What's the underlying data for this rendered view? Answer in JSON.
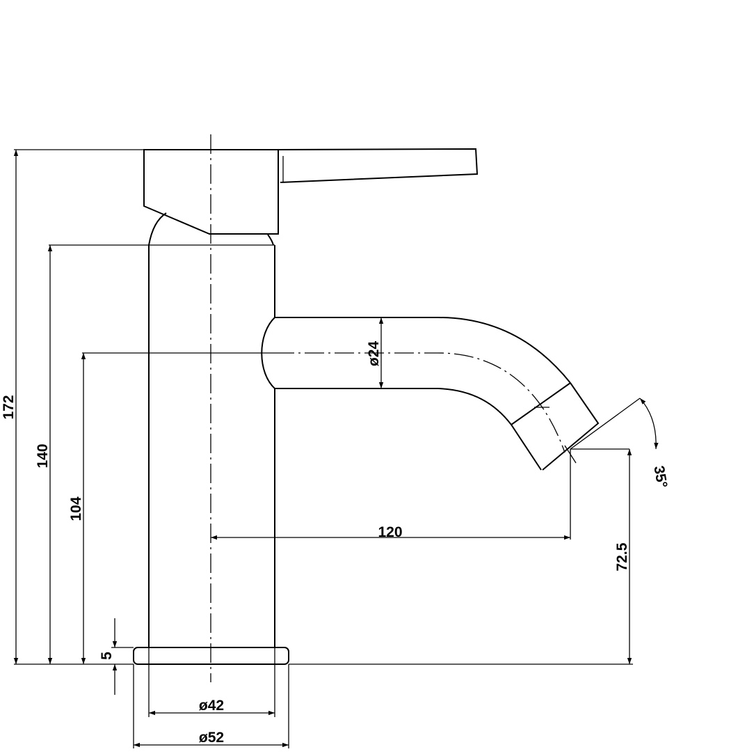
{
  "drawing": {
    "colors": {
      "line": "#000000",
      "background": "#ffffff"
    },
    "dimensions": {
      "total_height": "172",
      "body_height": "140",
      "spout_axis_height": "104",
      "base_height": "5",
      "spout_diameter": "ø24",
      "spout_reach": "120",
      "outlet_height": "72.5",
      "outlet_angle": "35°",
      "body_diameter": "ø42",
      "base_diameter": "ø52"
    }
  }
}
